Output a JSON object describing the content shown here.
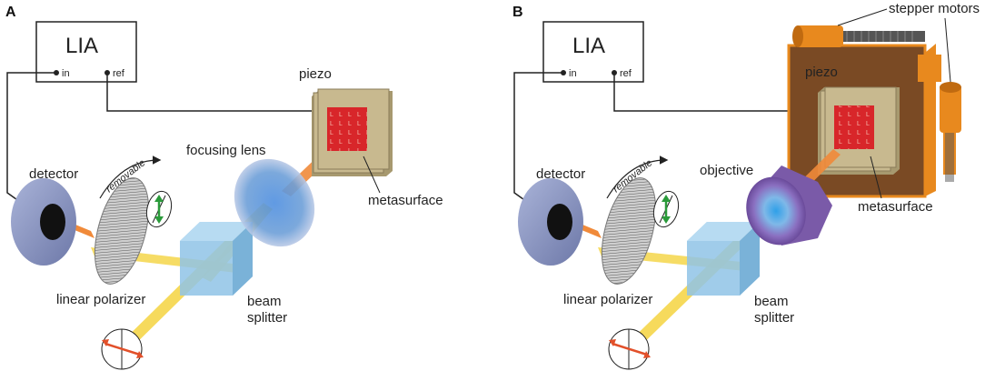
{
  "panels": {
    "a": {
      "letter": "A",
      "lia": {
        "title": "LIA",
        "in": "in",
        "ref": "ref"
      },
      "labels": {
        "piezo": "piezo",
        "focusing_lens": "focusing lens",
        "detector": "detector",
        "removable": "removable",
        "metasurface": "metasurface",
        "linear_polarizer": "linear polarizer",
        "beam": "beam",
        "splitter": "splitter"
      }
    },
    "b": {
      "letter": "B",
      "lia": {
        "title": "LIA",
        "in": "in",
        "ref": "ref"
      },
      "labels": {
        "stepper_motors": "stepper motors",
        "piezo": "piezo",
        "objective": "objective",
        "detector": "detector",
        "removable": "removable",
        "metasurface": "metasurface",
        "linear_polarizer": "linear polarizer",
        "beam": "beam",
        "splitter": "splitter"
      }
    }
  },
  "colors": {
    "laser_beam": "#f5d64a",
    "reflected_beam": "#f08a3a",
    "metasurface": "#d8262a",
    "piezo": "#c8b98f",
    "detector": "#8a96c2",
    "beam_splitter": "#8fc3e6",
    "lens": "#6d9fd8",
    "objective": "#7a5aa8",
    "stage": "#7a4a24",
    "motor": "#e8891e",
    "polarization_arrow": "#e2502a",
    "green_arrow": "#2a9a3a"
  }
}
